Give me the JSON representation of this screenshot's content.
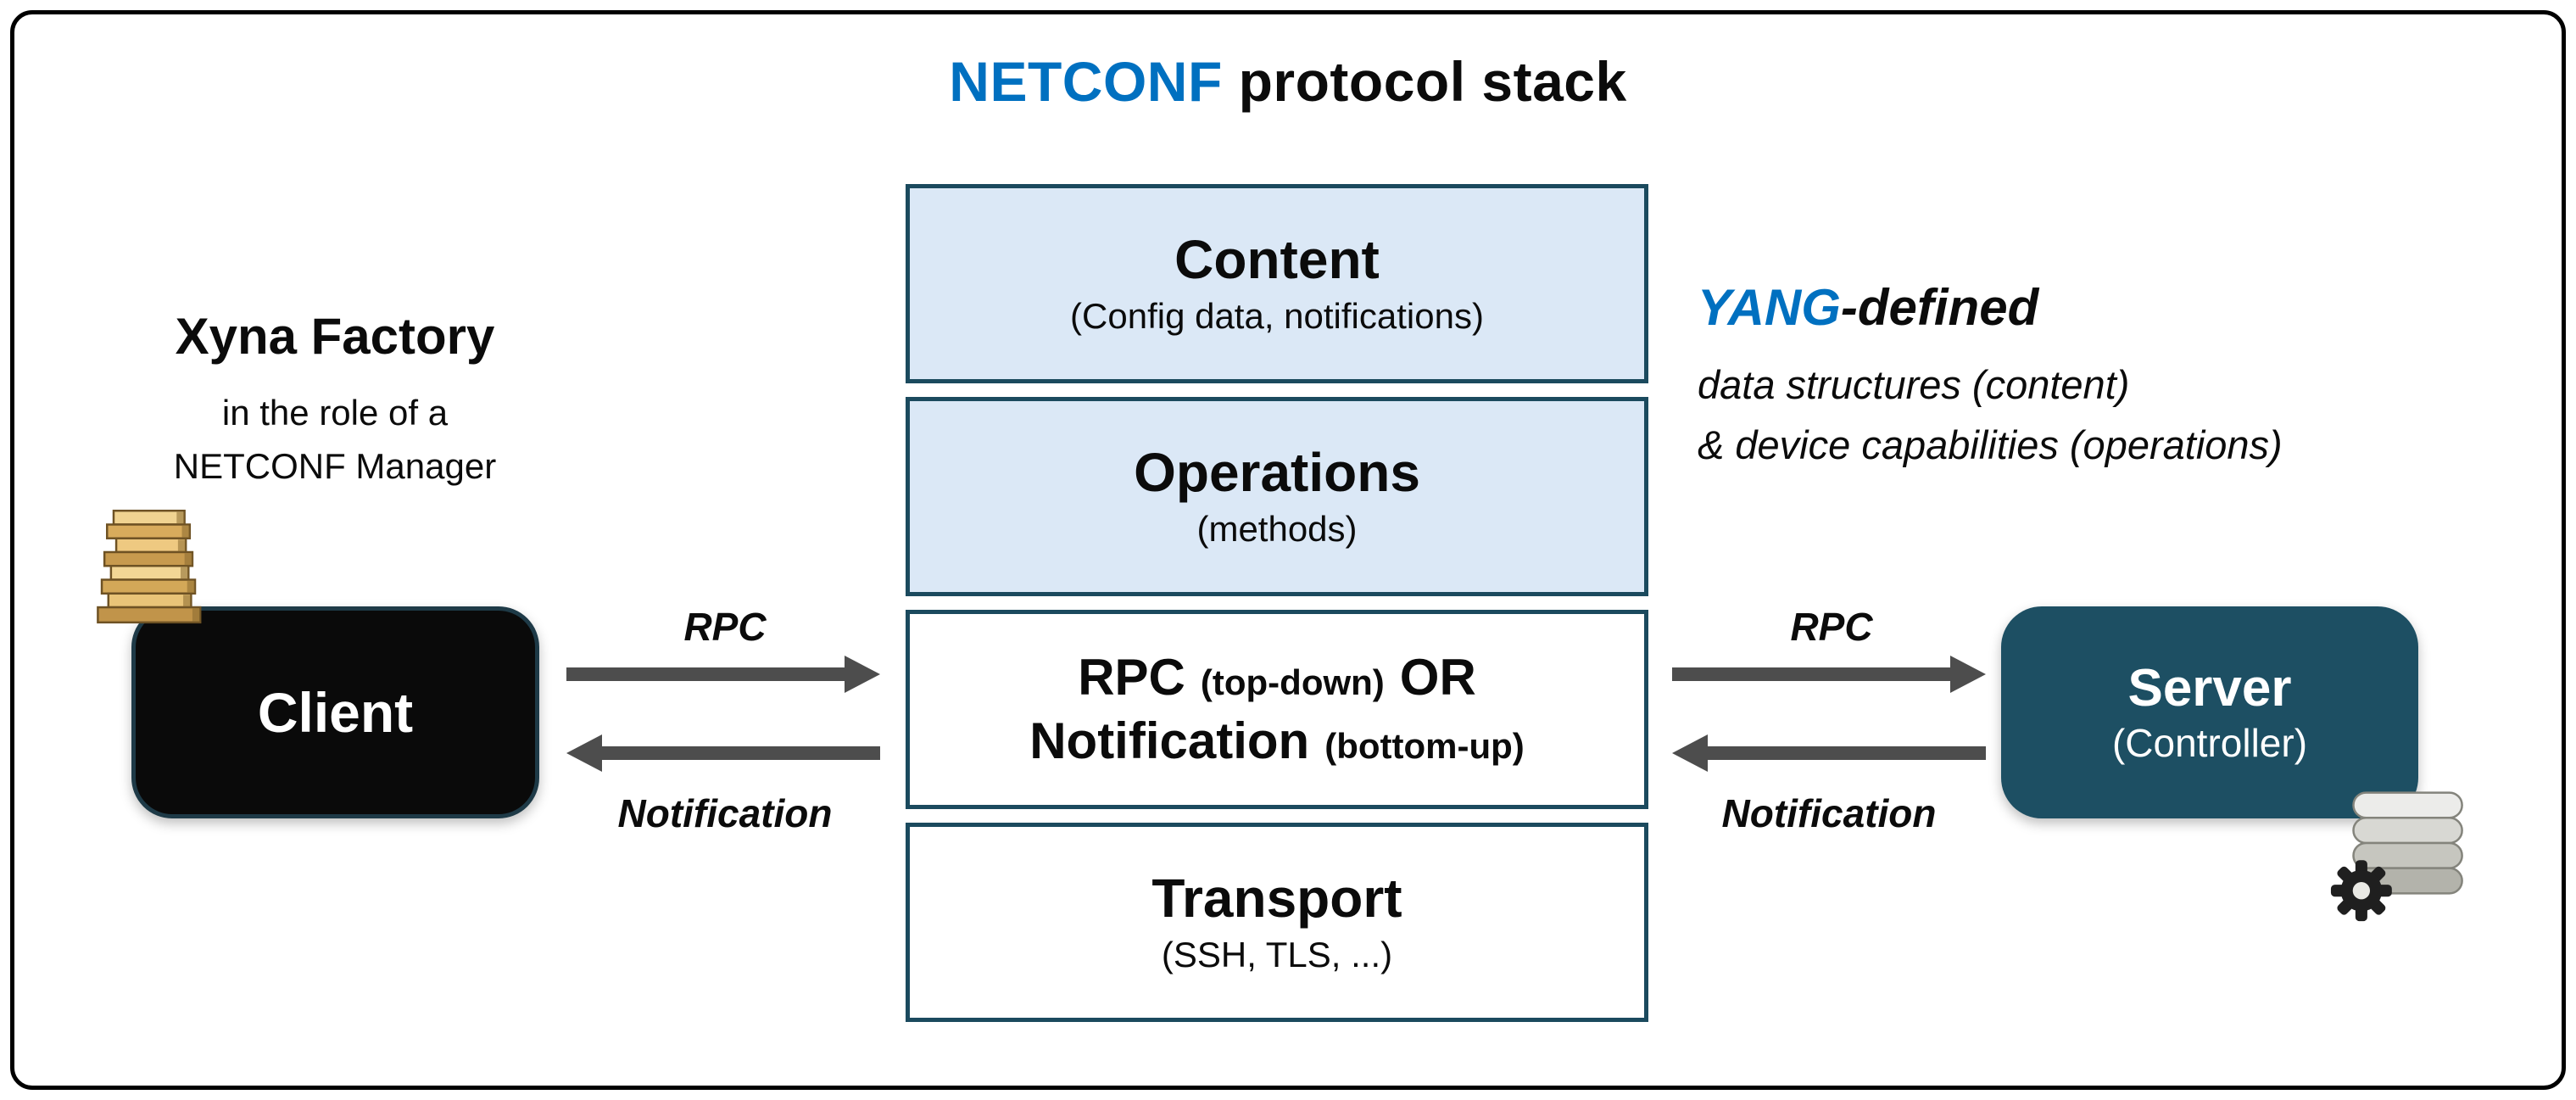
{
  "title": {
    "highlight": "NETCONF",
    "rest": " protocol stack"
  },
  "stack": {
    "layers": [
      {
        "title": "Content",
        "subtitle": "(Config data, notifications)"
      },
      {
        "title": "Operations",
        "subtitle": "(methods)"
      },
      {
        "rpc": "RPC",
        "rpc_note": "(top-down)",
        "or": "OR",
        "notification": "Notification",
        "notification_note": "(bottom-up)"
      },
      {
        "title": "Transport",
        "subtitle": "(SSH, TLS, ...)"
      }
    ]
  },
  "left": {
    "heading": "Xyna Factory",
    "subheading_line1": "in the role of a",
    "subheading_line2": "NETCONF Manager",
    "node_label": "Client",
    "icon": "xyna-factory-icon"
  },
  "right": {
    "heading_highlight": "YANG",
    "heading_rest": "-defined",
    "subheading_line1": "data structures (content)",
    "subheading_line2": "& device capabilities (operations)",
    "node_label": "Server",
    "node_sublabel": "(Controller)",
    "icon": "server-stack-icon"
  },
  "arrows": {
    "left_rpc": "RPC",
    "left_notification": "Notification",
    "right_rpc": "RPC",
    "right_notification": "Notification"
  },
  "colors": {
    "accent_blue": "#0070C0",
    "layer_fill": "#dbe8f6",
    "layer_border": "#1b4a5e",
    "server_fill": "#1d4f63",
    "client_fill": "#0a0a0a",
    "arrow_gray": "#4d4d4d"
  }
}
